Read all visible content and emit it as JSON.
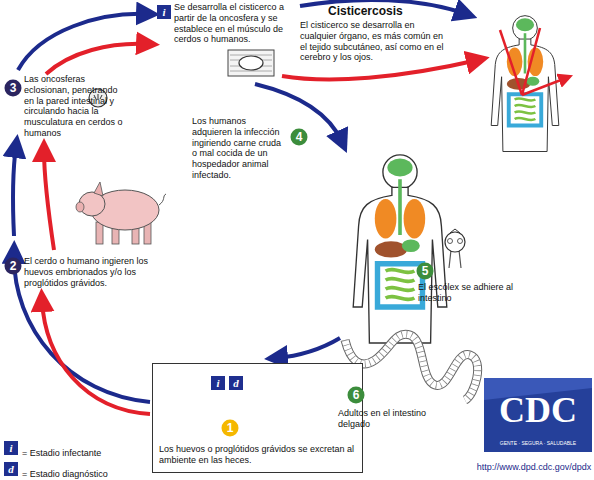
{
  "diagram": {
    "nodes": [
      {
        "text": [
          "i"
        ]
      },
      {
        "text": [
          "3"
        ]
      },
      {
        "text": [
          "4"
        ]
      },
      {
        "text": [
          "2"
        ]
      },
      {
        "text": [
          "5"
        ]
      },
      {
        "text": [
          "6"
        ]
      },
      {
        "text": [
          "Los huevos o proglótidos grávidos se excretan al ambiente en las heces."
        ]
      },
      {
        "text": [
          "i"
        ],
        "in": 6
      },
      {
        "text": [
          "d"
        ],
        "in": 6
      },
      {
        "text": [
          "1"
        ],
        "in": 6
      },
      {
        "text": [
          "i"
        ]
      },
      {
        "text": [
          "d"
        ]
      }
    ],
    "labels": [
      "Se desarrolla el cisticerco a partir de la oncosfera y se establece en el músculo de cerdos o humanos.",
      "Cisticercosis",
      "El cisticerco se desarrolla en cualquier órgano, es más común en el tejido subcutáneo, así como en el cerebro y los ojos.",
      "Las oncosferas eclosionan, penetrando en la pared intestinal y circulando hacia la musculatura en cerdos o humanos",
      "Los humanos adquieren la infección ingiriendo carne cruda o mal cocida de un hospedador animal infectado.",
      "El cerdo o humano ingieren los huevos embrionados y/o los proglótidos grávidos.",
      "El escólex se adhiere al intestino",
      "Adultos en el intestino delgado",
      "CDC",
      "GENTE · SEGURA · SALUDABLE",
      "http://www.dpd.cdc.gov/dpdx"
    ],
    "legend": [
      {
        "text": "= Estadio infectante"
      },
      {
        "text": "= Estadio diagnóstico"
      }
    ]
  }
}
